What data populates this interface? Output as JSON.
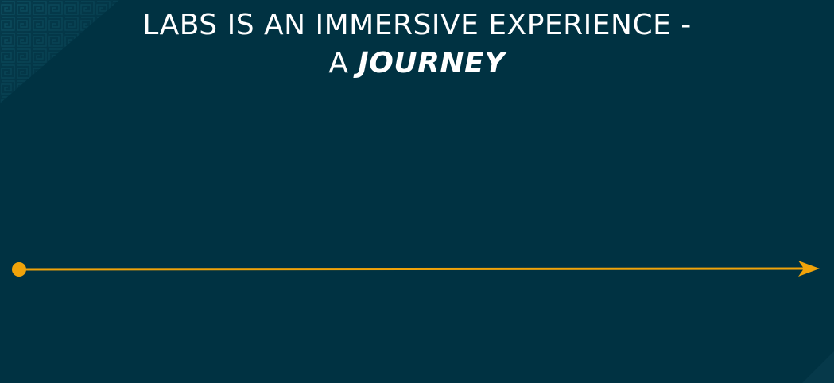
{
  "slide": {
    "title_line1": "LABS IS AN IMMERSIVE EXPERIENCE -",
    "title_line2_prefix": "A ",
    "title_line2_emphasis": "JOURNEY"
  },
  "colors": {
    "background": "#003242",
    "accent": "#F0A30A",
    "text": "#FFFFFF",
    "pattern": "#0E5061"
  },
  "icons": {
    "timeline_start": "circle-dot-icon",
    "timeline_end": "arrowhead-icon"
  }
}
